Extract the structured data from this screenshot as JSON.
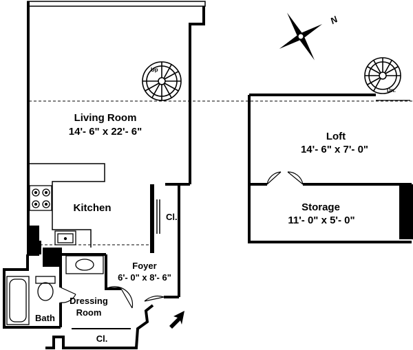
{
  "rooms": {
    "living": {
      "name": "Living Room",
      "dims": "14'- 6\" x 22'- 6\""
    },
    "kitchen": {
      "name": "Kitchen"
    },
    "closet_living": {
      "name": "Cl."
    },
    "foyer": {
      "name": "Foyer",
      "dims": "6'- 0\" x 8'- 6\""
    },
    "dressing": {
      "name_line1": "Dressing",
      "name_line2": "Room"
    },
    "closet_dressing": {
      "name": "Cl."
    },
    "bath": {
      "name": "Bath"
    },
    "loft": {
      "name": "Loft",
      "dims": "14'- 6\" x 7'- 0\""
    },
    "storage": {
      "name": "Storage",
      "dims": "11'- 0\" x 5'- 0\""
    }
  },
  "stairs": {
    "up_label": "Up",
    "down_label": "Dn."
  },
  "compass": {
    "north_label": "N"
  },
  "colors": {
    "wall": "#000000",
    "background": "#ffffff"
  }
}
